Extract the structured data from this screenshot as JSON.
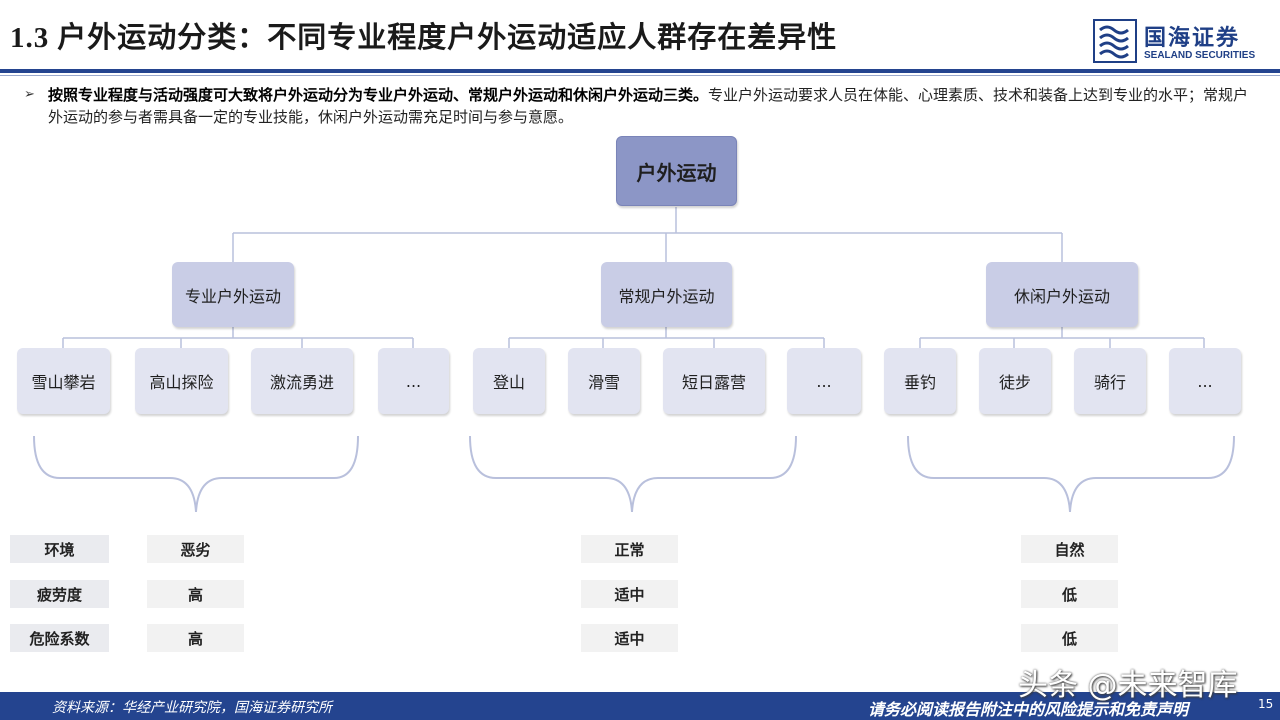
{
  "header": {
    "title_num": "1.3",
    "title": "户外运动分类：不同专业程度户外运动适应人群存在差异性",
    "logo_zh": "国海证券",
    "logo_en": "SEALAND SECURITIES"
  },
  "intro": {
    "bullet": "➢",
    "bold": "按照专业程度与活动强度可大致将户外运动分为专业户外运动、常规户外运动和休闲户外运动三类。",
    "normal": "专业户外运动要求人员在体能、心理素质、技术和装备上达到专业的水平；常规户外运动的参与者需具备一定的专业技能，休闲户外运动需充足时间与参与意愿。"
  },
  "diagram": {
    "root": "户外运动",
    "categories": [
      {
        "name": "专业户外运动",
        "items": [
          "雪山攀岩",
          "高山探险",
          "激流勇进",
          "..."
        ]
      },
      {
        "name": "常规户外运动",
        "items": [
          "登山",
          "滑雪",
          "短日露营",
          "..."
        ]
      },
      {
        "name": "休闲户外运动",
        "items": [
          "垂钓",
          "徒步",
          "骑行",
          "..."
        ]
      }
    ]
  },
  "attributes": {
    "labels": [
      "环境",
      "疲劳度",
      "危险系数"
    ],
    "professional": [
      "恶劣",
      "高",
      "高"
    ],
    "regular": [
      "正常",
      "适中",
      "适中"
    ],
    "leisure": [
      "自然",
      "低",
      "低"
    ]
  },
  "footer": {
    "source": "资料来源：华经产业研究院，国海证券研究所",
    "disclaimer": "请务必阅读报告附注中的风险提示和免责声明",
    "page": "15",
    "watermark": "头条 @未来智库"
  },
  "colors": {
    "brand": "#24448f",
    "root_box": "#8c96c6",
    "category_box": "#c9cde6",
    "leaf_box": "#e2e4f1"
  }
}
